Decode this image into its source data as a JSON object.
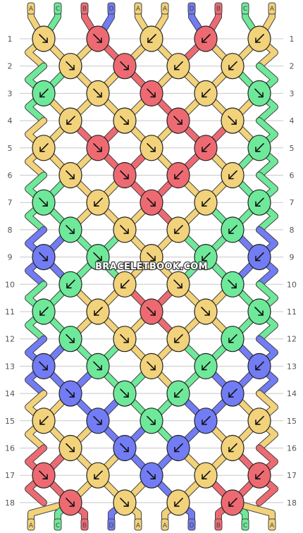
{
  "site": {
    "watermark": "BRACELETBOOK.COM"
  },
  "colors": {
    "A": "#f2d27a",
    "B": "#ee6a72",
    "C": "#6ee99a",
    "D": "#727cf4"
  },
  "strands": {
    "top": [
      "A",
      "C",
      "B",
      "D",
      "A",
      "A",
      "D",
      "B",
      "C",
      "A"
    ],
    "bottom": [
      "A",
      "C",
      "B",
      "D",
      "A",
      "A",
      "D",
      "B",
      "C",
      "A"
    ]
  },
  "rows": [
    {
      "number": "1",
      "knots": [
        {
          "c": "A",
          "d": "br"
        },
        {
          "c": "B",
          "d": "br"
        },
        {
          "c": "A",
          "d": "bl"
        },
        {
          "c": "B",
          "d": "bl"
        },
        {
          "c": "A",
          "d": "bl"
        }
      ]
    },
    {
      "number": "2",
      "knots": [
        {
          "c": "A",
          "d": "br"
        },
        {
          "c": "B",
          "d": "br"
        },
        {
          "c": "A",
          "d": "bl"
        },
        {
          "c": "A",
          "d": "bl"
        }
      ]
    },
    {
      "number": "3",
      "knots": [
        {
          "c": "C",
          "d": "bl"
        },
        {
          "c": "A",
          "d": "br"
        },
        {
          "c": "B",
          "d": "br"
        },
        {
          "c": "A",
          "d": "bl"
        },
        {
          "c": "C",
          "d": "br"
        }
      ]
    },
    {
      "number": "4",
      "knots": [
        {
          "c": "A",
          "d": "bl"
        },
        {
          "c": "A",
          "d": "br"
        },
        {
          "c": "B",
          "d": "br"
        },
        {
          "c": "A",
          "d": "br"
        }
      ]
    },
    {
      "number": "5",
      "knots": [
        {
          "c": "A",
          "d": "bl"
        },
        {
          "c": "B",
          "d": "br"
        },
        {
          "c": "A",
          "d": "br"
        },
        {
          "c": "B",
          "d": "bl"
        },
        {
          "c": "C",
          "d": "bl"
        }
      ]
    },
    {
      "number": "6",
      "knots": [
        {
          "c": "A",
          "d": "br"
        },
        {
          "c": "B",
          "d": "br"
        },
        {
          "c": "B",
          "d": "bl"
        },
        {
          "c": "A",
          "d": "bl"
        }
      ]
    },
    {
      "number": "7",
      "knots": [
        {
          "c": "C",
          "d": "br"
        },
        {
          "c": "A",
          "d": "bl"
        },
        {
          "c": "B",
          "d": "br"
        },
        {
          "c": "A",
          "d": "bl"
        },
        {
          "c": "C",
          "d": "bl"
        }
      ]
    },
    {
      "number": "8",
      "knots": [
        {
          "c": "C",
          "d": "br"
        },
        {
          "c": "A",
          "d": "br"
        },
        {
          "c": "A",
          "d": "bl"
        },
        {
          "c": "C",
          "d": "bl"
        }
      ]
    },
    {
      "number": "9",
      "knots": [
        {
          "c": "D",
          "d": "br"
        },
        {
          "c": "C",
          "d": "br"
        },
        {
          "c": "A",
          "d": "br"
        },
        {
          "c": "C",
          "d": "bl"
        },
        {
          "c": "D",
          "d": "bl"
        }
      ]
    },
    {
      "number": "10",
      "knots": [
        {
          "c": "C",
          "d": "bl"
        },
        {
          "c": "A",
          "d": "bl"
        },
        {
          "c": "A",
          "d": "br"
        },
        {
          "c": "C",
          "d": "br"
        }
      ]
    },
    {
      "number": "11",
      "knots": [
        {
          "c": "C",
          "d": "bl"
        },
        {
          "c": "A",
          "d": "bl"
        },
        {
          "c": "B",
          "d": "br"
        },
        {
          "c": "A",
          "d": "br"
        },
        {
          "c": "C",
          "d": "br"
        }
      ]
    },
    {
      "number": "12",
      "knots": [
        {
          "c": "C",
          "d": "br"
        },
        {
          "c": "A",
          "d": "br"
        },
        {
          "c": "A",
          "d": "bl"
        },
        {
          "c": "C",
          "d": "bl"
        }
      ]
    },
    {
      "number": "13",
      "knots": [
        {
          "c": "D",
          "d": "br"
        },
        {
          "c": "C",
          "d": "br"
        },
        {
          "c": "A",
          "d": "br"
        },
        {
          "c": "C",
          "d": "bl"
        },
        {
          "c": "D",
          "d": "bl"
        }
      ]
    },
    {
      "number": "14",
      "knots": [
        {
          "c": "D",
          "d": "br"
        },
        {
          "c": "C",
          "d": "br"
        },
        {
          "c": "C",
          "d": "bl"
        },
        {
          "c": "D",
          "d": "bl"
        }
      ]
    },
    {
      "number": "15",
      "knots": [
        {
          "c": "A",
          "d": "bl"
        },
        {
          "c": "D",
          "d": "br"
        },
        {
          "c": "C",
          "d": "br"
        },
        {
          "c": "D",
          "d": "bl"
        },
        {
          "c": "A",
          "d": "bl"
        }
      ]
    },
    {
      "number": "16",
      "knots": [
        {
          "c": "A",
          "d": "br"
        },
        {
          "c": "D",
          "d": "br"
        },
        {
          "c": "D",
          "d": "bl"
        },
        {
          "c": "A",
          "d": "bl"
        }
      ]
    },
    {
      "number": "17",
      "knots": [
        {
          "c": "B",
          "d": "br"
        },
        {
          "c": "A",
          "d": "bl"
        },
        {
          "c": "D",
          "d": "br"
        },
        {
          "c": "A",
          "d": "bl"
        },
        {
          "c": "B",
          "d": "bl"
        }
      ]
    },
    {
      "number": "18",
      "knots": [
        {
          "c": "B",
          "d": "br"
        },
        {
          "c": "A",
          "d": "br"
        },
        {
          "c": "A",
          "d": "bl"
        },
        {
          "c": "B",
          "d": "bl"
        }
      ]
    }
  ]
}
